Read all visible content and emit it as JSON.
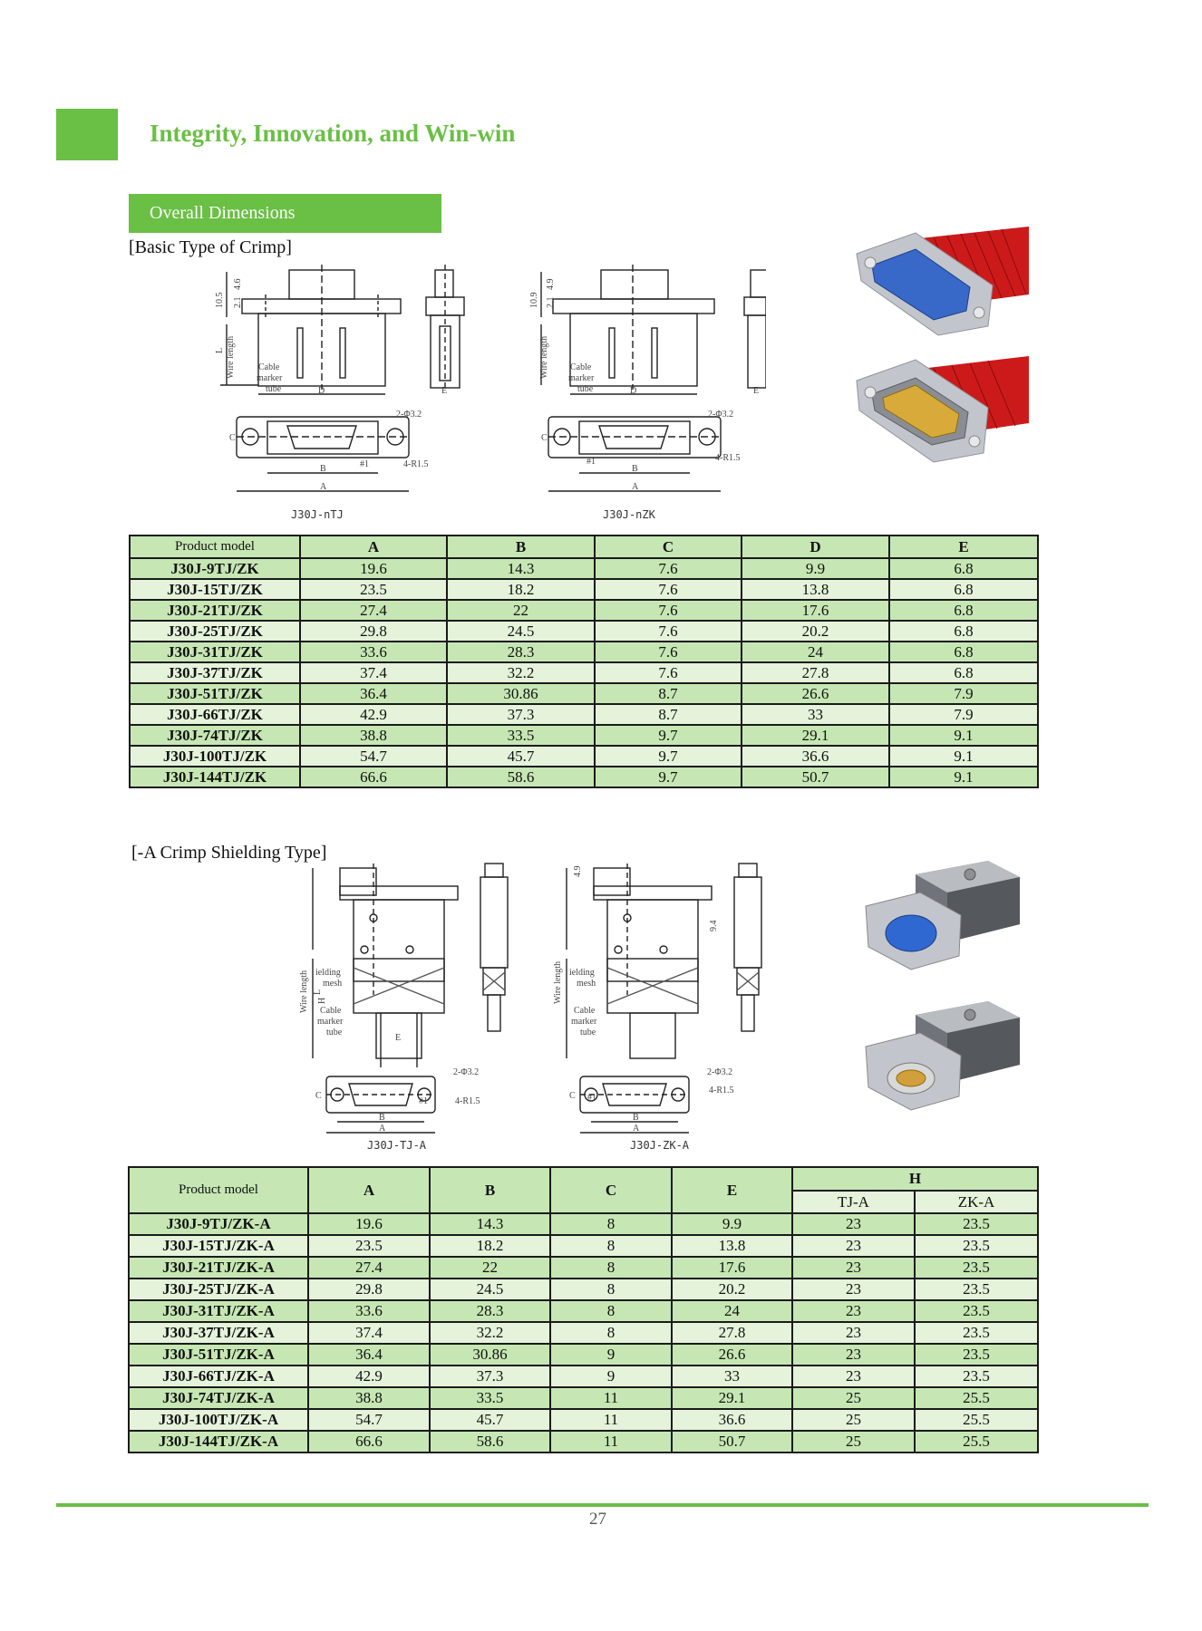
{
  "header": {
    "title": "Integrity, Innovation, and Win-win",
    "accent_color": "#6abf45"
  },
  "section": {
    "title": "Overall Dimensions"
  },
  "basic": {
    "subtitle": "[Basic Type of Crimp]",
    "drawing_labels": {
      "wire_length": "Wire length",
      "cable": "Cable",
      "marker": "marker",
      "tube": "tube",
      "d": "D",
      "e": "E",
      "b": "B",
      "a": "A",
      "c": "C",
      "l": "L",
      "dim_left_1": "10.5",
      "dim_left_2": "4.6",
      "dim_left_3": "2.1",
      "dim_right_1": "10.9",
      "dim_right_2": "4.9",
      "dim_right_3": "2.1",
      "hole": "2-Φ3.2",
      "radius": "4-R1.5",
      "pin": "#1"
    },
    "captions": [
      "J30J-nTJ",
      "J30J-nZK"
    ],
    "table": {
      "headers": [
        "Product model",
        "A",
        "B",
        "C",
        "D",
        "E"
      ],
      "rows": [
        [
          "J30J-9TJ/ZK",
          "19.6",
          "14.3",
          "7.6",
          "9.9",
          "6.8"
        ],
        [
          "J30J-15TJ/ZK",
          "23.5",
          "18.2",
          "7.6",
          "13.8",
          "6.8"
        ],
        [
          "J30J-21TJ/ZK",
          "27.4",
          "22",
          "7.6",
          "17.6",
          "6.8"
        ],
        [
          "J30J-25TJ/ZK",
          "29.8",
          "24.5",
          "7.6",
          "20.2",
          "6.8"
        ],
        [
          "J30J-31TJ/ZK",
          "33.6",
          "28.3",
          "7.6",
          "24",
          "6.8"
        ],
        [
          "J30J-37TJ/ZK",
          "37.4",
          "32.2",
          "7.6",
          "27.8",
          "6.8"
        ],
        [
          "J30J-51TJ/ZK",
          "36.4",
          "30.86",
          "8.7",
          "26.6",
          "7.9"
        ],
        [
          "J30J-66TJ/ZK",
          "42.9",
          "37.3",
          "8.7",
          "33",
          "7.9"
        ],
        [
          "J30J-74TJ/ZK",
          "38.8",
          "33.5",
          "9.7",
          "29.1",
          "9.1"
        ],
        [
          "J30J-100TJ/ZK",
          "54.7",
          "45.7",
          "9.7",
          "36.6",
          "9.1"
        ],
        [
          "J30J-144TJ/ZK",
          "66.6",
          "58.6",
          "9.7",
          "50.7",
          "9.1"
        ]
      ]
    }
  },
  "shield": {
    "subtitle": "[-A Crimp Shielding Type]",
    "drawing_labels": {
      "shielding": "ielding",
      "mesh": "mesh",
      "wire_length": "Wire length",
      "cable": "Cable",
      "marker": "marker",
      "tube": "tube",
      "h": "H",
      "l": "L",
      "e": "E",
      "b": "B",
      "a": "A",
      "c": "C",
      "dim_top": "4.9",
      "dim_side": "9.4",
      "hole": "2-Φ3.2",
      "radius": "4-R1.5",
      "pin": "#1"
    },
    "captions": [
      "J30J-TJ-A",
      "J30J-ZK-A"
    ],
    "table": {
      "headers": [
        "Product model",
        "A",
        "B",
        "C",
        "E",
        "H"
      ],
      "h_sub": [
        "TJ-A",
        "ZK-A"
      ],
      "rows": [
        [
          "J30J-9TJ/ZK-A",
          "19.6",
          "14.3",
          "8",
          "9.9",
          "23",
          "23.5"
        ],
        [
          "J30J-15TJ/ZK-A",
          "23.5",
          "18.2",
          "8",
          "13.8",
          "23",
          "23.5"
        ],
        [
          "J30J-21TJ/ZK-A",
          "27.4",
          "22",
          "8",
          "17.6",
          "23",
          "23.5"
        ],
        [
          "J30J-25TJ/ZK-A",
          "29.8",
          "24.5",
          "8",
          "20.2",
          "23",
          "23.5"
        ],
        [
          "J30J-31TJ/ZK-A",
          "33.6",
          "28.3",
          "8",
          "24",
          "23",
          "23.5"
        ],
        [
          "J30J-37TJ/ZK-A",
          "37.4",
          "32.2",
          "8",
          "27.8",
          "23",
          "23.5"
        ],
        [
          "J30J-51TJ/ZK-A",
          "36.4",
          "30.86",
          "9",
          "26.6",
          "23",
          "23.5"
        ],
        [
          "J30J-66TJ/ZK-A",
          "42.9",
          "37.3",
          "9",
          "33",
          "23",
          "23.5"
        ],
        [
          "J30J-74TJ/ZK-A",
          "38.8",
          "33.5",
          "11",
          "29.1",
          "25",
          "25.5"
        ],
        [
          "J30J-100TJ/ZK-A",
          "54.7",
          "45.7",
          "11",
          "36.6",
          "25",
          "25.5"
        ],
        [
          "J30J-144TJ/ZK-A",
          "66.6",
          "58.6",
          "11",
          "50.7",
          "25",
          "25.5"
        ]
      ]
    }
  },
  "footer": {
    "page_number": "27"
  }
}
